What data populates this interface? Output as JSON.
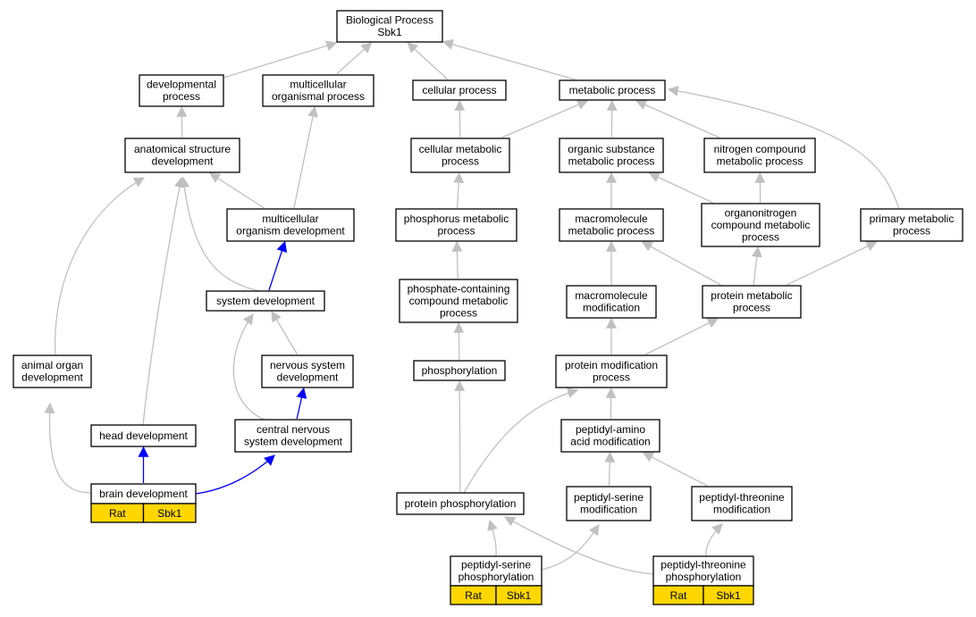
{
  "title": "Biological Process Sbk1",
  "colors": {
    "gray_edge": "#c0c0c0",
    "blue_edge": "#0000ff",
    "highlight": "#ffd700"
  },
  "nodes": [
    {
      "id": "root",
      "lines": [
        "Biological Process",
        "Sbk1"
      ]
    },
    {
      "id": "dev_proc",
      "lines": [
        "developmental",
        "process"
      ]
    },
    {
      "id": "multi_org_proc",
      "lines": [
        "multicellular",
        "organismal process"
      ]
    },
    {
      "id": "cell_proc",
      "lines": [
        "cellular process"
      ]
    },
    {
      "id": "met_proc",
      "lines": [
        "metabolic process"
      ]
    },
    {
      "id": "anat_dev",
      "lines": [
        "anatomical structure",
        "development"
      ]
    },
    {
      "id": "cell_met",
      "lines": [
        "cellular metabolic",
        "process"
      ]
    },
    {
      "id": "org_sub",
      "lines": [
        "organic substance",
        "metabolic process"
      ]
    },
    {
      "id": "nitro",
      "lines": [
        "nitrogen compound",
        "metabolic process"
      ]
    },
    {
      "id": "multi_dev",
      "lines": [
        "multicellular",
        "organism development"
      ]
    },
    {
      "id": "phos_met",
      "lines": [
        "phosphorus metabolic",
        "process"
      ]
    },
    {
      "id": "macro_met",
      "lines": [
        "macromolecule",
        "metabolic process"
      ]
    },
    {
      "id": "organonitro",
      "lines": [
        "organonitrogen",
        "compound metabolic",
        "process"
      ]
    },
    {
      "id": "prim_met",
      "lines": [
        "primary metabolic",
        "process"
      ]
    },
    {
      "id": "sys_dev",
      "lines": [
        "system development"
      ]
    },
    {
      "id": "phosphate",
      "lines": [
        "phosphate-containing",
        "compound metabolic",
        "process"
      ]
    },
    {
      "id": "macro_mod",
      "lines": [
        "macromolecule",
        "modification"
      ]
    },
    {
      "id": "prot_met",
      "lines": [
        "protein metabolic",
        "process"
      ]
    },
    {
      "id": "animal_organ",
      "lines": [
        "animal organ",
        "development"
      ]
    },
    {
      "id": "nerv_sys",
      "lines": [
        "nervous system",
        "development"
      ]
    },
    {
      "id": "phosphorylation",
      "lines": [
        "phosphorylation"
      ]
    },
    {
      "id": "prot_mod",
      "lines": [
        "protein modification",
        "process"
      ]
    },
    {
      "id": "head_dev",
      "lines": [
        "head development"
      ]
    },
    {
      "id": "cns_dev",
      "lines": [
        "central nervous",
        "system development"
      ]
    },
    {
      "id": "pep_amino",
      "lines": [
        "peptidyl-amino",
        "acid modification"
      ]
    },
    {
      "id": "brain_dev",
      "lines": [
        "brain development"
      ],
      "tags": [
        "Rat",
        "Sbk1"
      ]
    },
    {
      "id": "prot_phos",
      "lines": [
        "protein phosphorylation"
      ]
    },
    {
      "id": "pep_ser_mod",
      "lines": [
        "peptidyl-serine",
        "modification"
      ]
    },
    {
      "id": "pep_thr_mod",
      "lines": [
        "peptidyl-threonine",
        "modification"
      ]
    },
    {
      "id": "pep_ser_phos",
      "lines": [
        "peptidyl-serine",
        "phosphorylation"
      ],
      "tags": [
        "Rat",
        "Sbk1"
      ]
    },
    {
      "id": "pep_thr_phos",
      "lines": [
        "peptidyl-threonine",
        "phosphorylation"
      ],
      "tags": [
        "Rat",
        "Sbk1"
      ]
    }
  ],
  "edges": [
    {
      "from": "dev_proc",
      "to": "root",
      "color": "gray"
    },
    {
      "from": "multi_org_proc",
      "to": "root",
      "color": "gray"
    },
    {
      "from": "cell_proc",
      "to": "root",
      "color": "gray"
    },
    {
      "from": "met_proc",
      "to": "root",
      "color": "gray"
    },
    {
      "from": "anat_dev",
      "to": "dev_proc",
      "color": "gray"
    },
    {
      "from": "multi_dev",
      "to": "multi_org_proc",
      "color": "gray"
    },
    {
      "from": "multi_dev",
      "to": "anat_dev",
      "color": "gray"
    },
    {
      "from": "cell_met",
      "to": "cell_proc",
      "color": "gray"
    },
    {
      "from": "cell_met",
      "to": "met_proc",
      "color": "gray"
    },
    {
      "from": "org_sub",
      "to": "met_proc",
      "color": "gray"
    },
    {
      "from": "nitro",
      "to": "met_proc",
      "color": "gray"
    },
    {
      "from": "prim_met",
      "to": "met_proc",
      "color": "gray"
    },
    {
      "from": "phos_met",
      "to": "cell_met",
      "color": "gray"
    },
    {
      "from": "macro_met",
      "to": "org_sub",
      "color": "gray"
    },
    {
      "from": "organonitro",
      "to": "org_sub",
      "color": "gray"
    },
    {
      "from": "organonitro",
      "to": "nitro",
      "color": "gray"
    },
    {
      "from": "sys_dev",
      "to": "anat_dev",
      "color": "gray"
    },
    {
      "from": "sys_dev",
      "to": "multi_dev",
      "color": "blue"
    },
    {
      "from": "animal_organ",
      "to": "anat_dev",
      "color": "gray"
    },
    {
      "from": "head_dev",
      "to": "anat_dev",
      "color": "gray"
    },
    {
      "from": "nerv_sys",
      "to": "sys_dev",
      "color": "gray"
    },
    {
      "from": "cns_dev",
      "to": "sys_dev",
      "color": "gray"
    },
    {
      "from": "cns_dev",
      "to": "nerv_sys",
      "color": "blue"
    },
    {
      "from": "brain_dev",
      "to": "animal_organ",
      "color": "gray"
    },
    {
      "from": "brain_dev",
      "to": "head_dev",
      "color": "blue"
    },
    {
      "from": "brain_dev",
      "to": "cns_dev",
      "color": "blue"
    },
    {
      "from": "phosphate",
      "to": "phos_met",
      "color": "gray"
    },
    {
      "from": "macro_mod",
      "to": "macro_met",
      "color": "gray"
    },
    {
      "from": "prot_met",
      "to": "macro_met",
      "color": "gray"
    },
    {
      "from": "prot_met",
      "to": "organonitro",
      "color": "gray"
    },
    {
      "from": "prot_met",
      "to": "prim_met",
      "color": "gray"
    },
    {
      "from": "phosphorylation",
      "to": "phosphate",
      "color": "gray"
    },
    {
      "from": "prot_mod",
      "to": "macro_mod",
      "color": "gray"
    },
    {
      "from": "prot_mod",
      "to": "prot_met",
      "color": "gray"
    },
    {
      "from": "prot_phos",
      "to": "phosphorylation",
      "color": "gray"
    },
    {
      "from": "prot_phos",
      "to": "prot_mod",
      "color": "gray"
    },
    {
      "from": "pep_amino",
      "to": "prot_mod",
      "color": "gray"
    },
    {
      "from": "pep_ser_mod",
      "to": "pep_amino",
      "color": "gray"
    },
    {
      "from": "pep_thr_mod",
      "to": "pep_amino",
      "color": "gray"
    },
    {
      "from": "pep_ser_phos",
      "to": "prot_phos",
      "color": "gray"
    },
    {
      "from": "pep_ser_phos",
      "to": "pep_ser_mod",
      "color": "gray"
    },
    {
      "from": "pep_thr_phos",
      "to": "prot_phos",
      "color": "gray"
    },
    {
      "from": "pep_thr_phos",
      "to": "pep_thr_mod",
      "color": "gray"
    }
  ]
}
